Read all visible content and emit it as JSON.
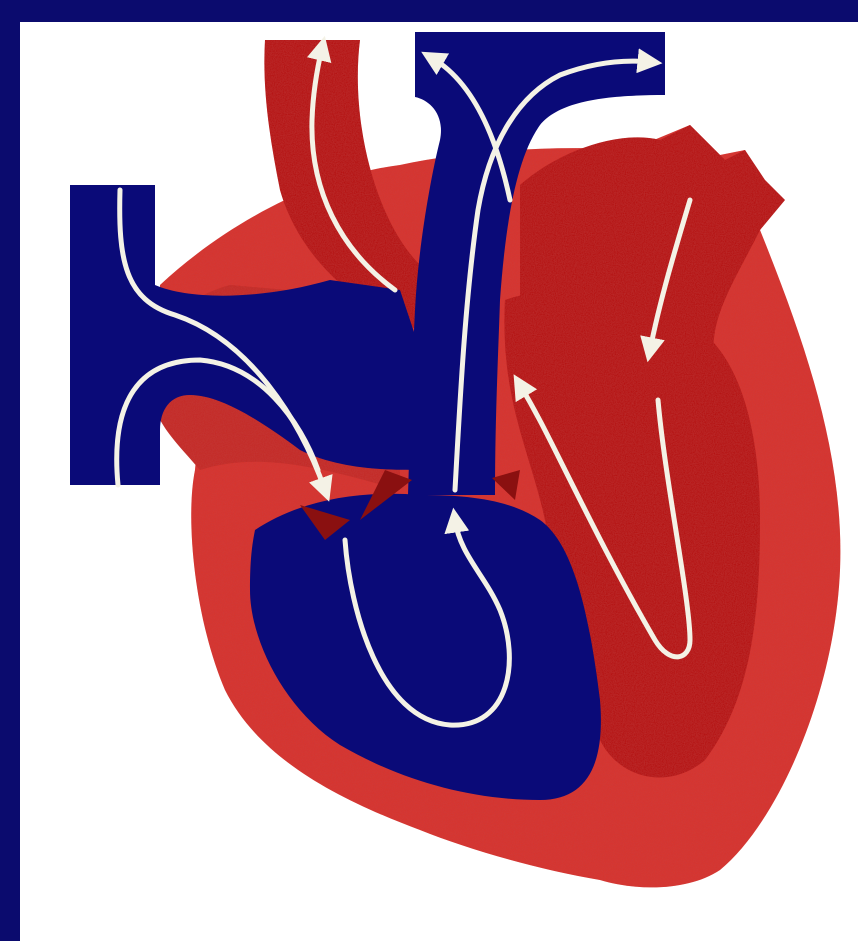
{
  "colors": {
    "frame": "#0b0b6e",
    "panel": "#ffffff",
    "heart_muscle": "#d9352e",
    "heart_muscle_shadow": "#b72820",
    "oxygenated_blood": "#b30d0d",
    "deoxygenated_blood": "#0a0a78",
    "arrow": "#f4f2e6"
  },
  "diagram": {
    "icon": "heart-anatomy-icon",
    "flows": [
      "vena-cava-to-right-atrium",
      "right-atrium-to-right-ventricle",
      "right-ventricle-to-pulmonary-artery",
      "pulmonary-artery-to-lungs",
      "pulmonary-vein-to-left-atrium",
      "left-atrium-to-left-ventricle",
      "left-ventricle-to-aorta"
    ]
  }
}
